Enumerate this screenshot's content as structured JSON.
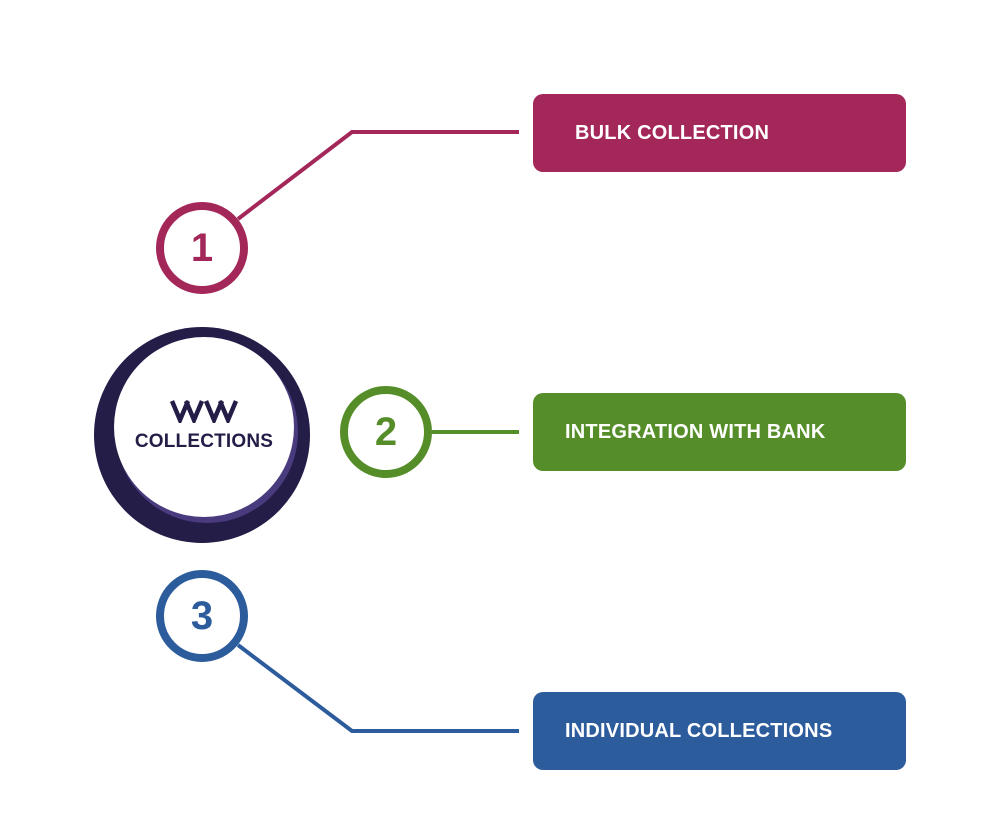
{
  "diagram": {
    "hub": {
      "label": "COLLECTIONS",
      "logo_icon": "double-v-logo-icon",
      "color": "#231d48"
    },
    "branches": [
      {
        "number": "1",
        "label": "BULK COLLECTION",
        "color": "#a4275a"
      },
      {
        "number": "2",
        "label": "INTEGRATION WITH BANK",
        "color": "#558e28"
      },
      {
        "number": "3",
        "label": "INDIVIDUAL COLLECTIONS",
        "color": "#2d5c9d"
      }
    ]
  }
}
